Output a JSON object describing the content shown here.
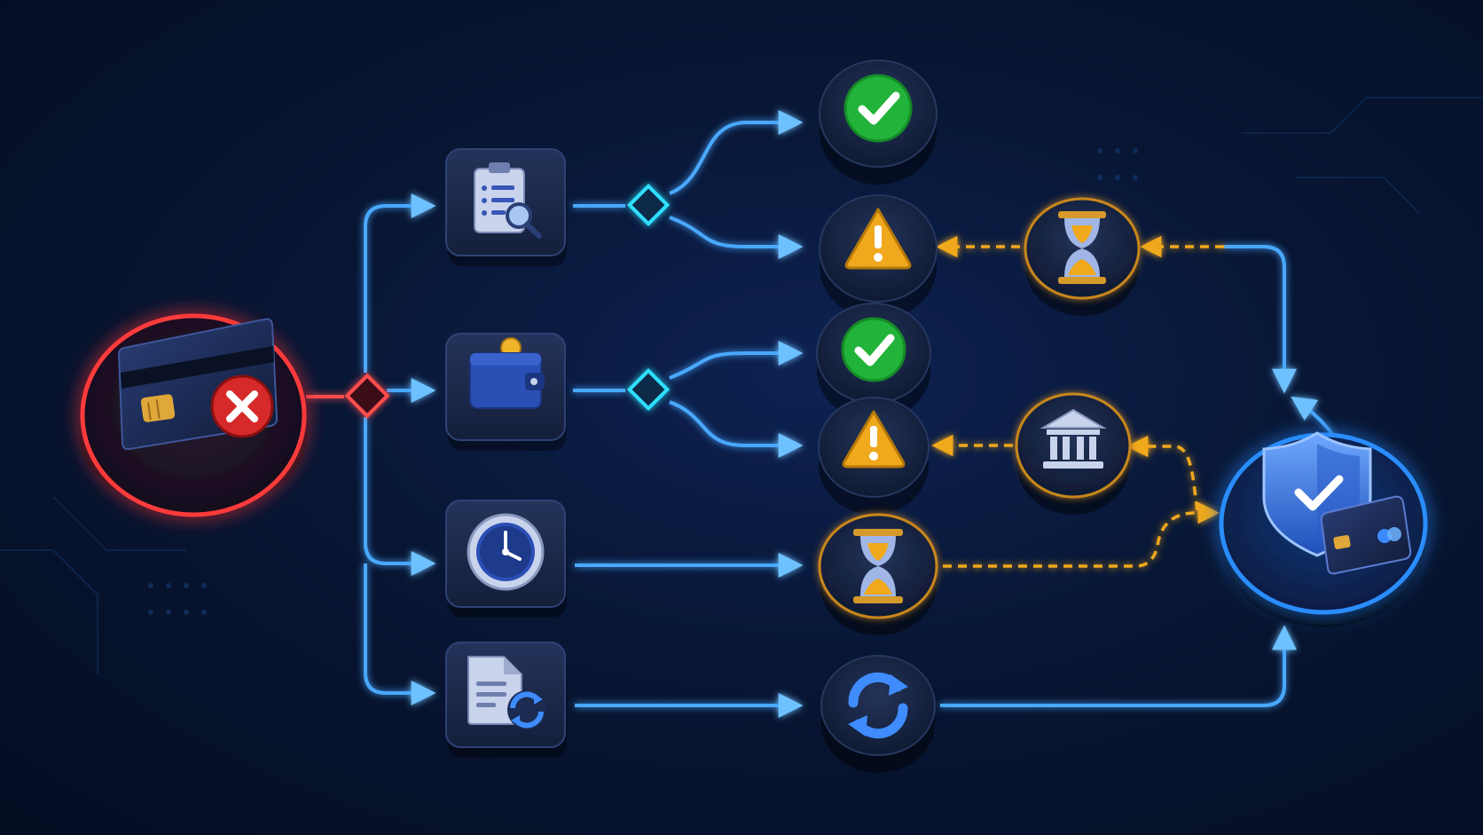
{
  "colors": {
    "background": "#071634",
    "flow": "#4aa8ff",
    "flow_glow": "#1e6fff",
    "pending_dash": "#f0a81c",
    "failure_ring": "#ff3b3b",
    "success_badge": "#22b33a",
    "warning_badge": "#f0a81c",
    "node_tile": "#1a2748",
    "target_ring": "#2b7dff"
  },
  "nodes": {
    "source": {
      "icon": "declined-credit-card-icon"
    },
    "paths": [
      {
        "id": "review",
        "icon": "clipboard-search-icon"
      },
      {
        "id": "wallet",
        "icon": "wallet-icon"
      },
      {
        "id": "retry",
        "icon": "clock-icon"
      },
      {
        "id": "update",
        "icon": "document-refresh-icon"
      }
    ],
    "outcomes": [
      {
        "icon": "success-check-icon"
      },
      {
        "icon": "warning-icon"
      },
      {
        "icon": "success-check-icon"
      },
      {
        "icon": "warning-icon"
      },
      {
        "icon": "hourglass-icon"
      },
      {
        "icon": "refresh-icon"
      }
    ],
    "intermediates": [
      {
        "icon": "hourglass-icon"
      },
      {
        "icon": "bank-icon"
      }
    ],
    "target": {
      "icon": "secure-payment-shield-icon"
    }
  }
}
